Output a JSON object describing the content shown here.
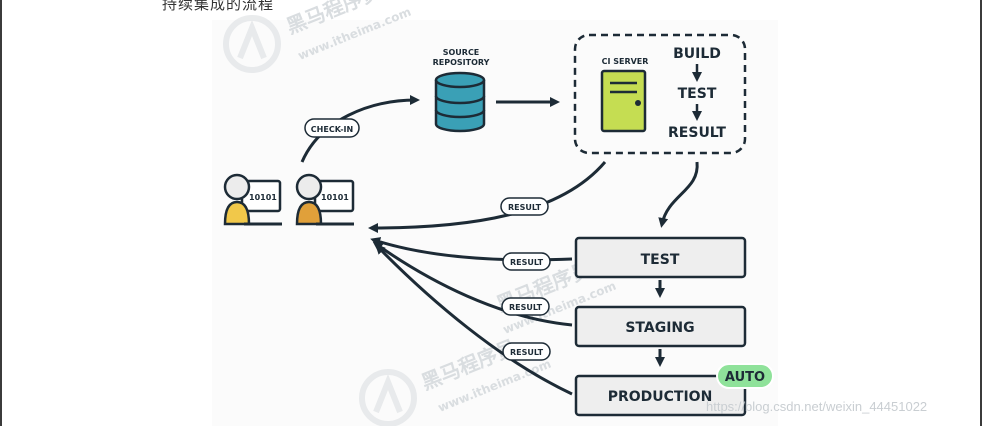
{
  "page": {
    "top_text": "持续集成的流程"
  },
  "diagram": {
    "source_repository": [
      "SOURCE",
      "REPOSITORY"
    ],
    "ci_server": "CI SERVER",
    "pipeline_steps": [
      "BUILD",
      "TEST",
      "RESULT"
    ],
    "check_in": "CHECK-IN",
    "result_label": "RESULT",
    "stages": [
      "TEST",
      "STAGING",
      "PRODUCTION"
    ],
    "auto_badge": "AUTO",
    "screen_text": "10101"
  },
  "watermark": {
    "brand": "黑马程序员",
    "site": "www.itheima.com",
    "url": "https://blog.csdn.net/weixin_44451022"
  },
  "colors": {
    "ink": "#1d2b36",
    "repo": "#3aa0b6",
    "server": "#c5dd52",
    "stage_fill": "#eeeeee",
    "person1_shirt": "#f1c84a",
    "person2_shirt": "#e0a03a",
    "auto": "#8fe29a",
    "panel": "#fbfbfb"
  }
}
